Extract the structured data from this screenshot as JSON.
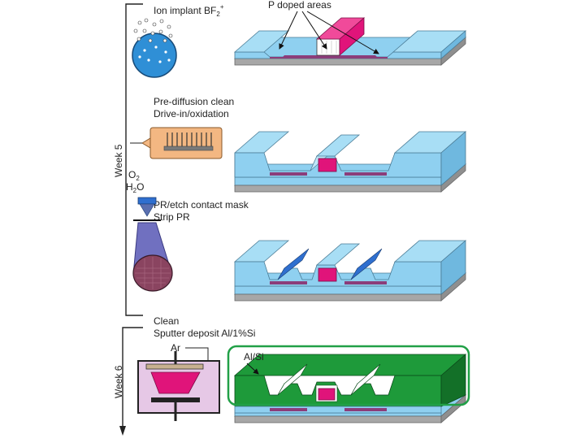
{
  "timeline": {
    "week5_label": "Week 5",
    "week6_label": "Week 6"
  },
  "steps": [
    {
      "id": "implant",
      "line1": "Ion implant BF",
      "sub": "2",
      "sup": "+",
      "callout": "P doped areas"
    },
    {
      "id": "oxidation",
      "line1": "Pre-diffusion clean",
      "line2": "Drive-in/oxidation",
      "gas1": "O",
      "gas1_sub": "2",
      "gas2": "H",
      "gas2_sub": "2",
      "gas2_tail": "O"
    },
    {
      "id": "contact",
      "line1": "PR/etch contact mask",
      "line2": "Strip PR"
    },
    {
      "id": "metal",
      "line1": "Clean",
      "line2": "Sputter deposit Al/1%Si",
      "gas": "Ar",
      "callout": "Al/Si"
    }
  ],
  "colors": {
    "oxide": "#8fd0f0",
    "substrate": "#a7a7a7",
    "p_doped": "#8b3d7a",
    "resist": "#e0147a",
    "contact": "#2f6fcf",
    "metal": "#1e9a3a",
    "highlight": "#21a047",
    "furnace": "#f3b782"
  },
  "icons": {
    "implant": "wafer-ion-implant-icon",
    "furnace": "oxidation-furnace-icon",
    "litho": "lithography-exposure-icon",
    "sputter": "sputter-chamber-icon"
  }
}
